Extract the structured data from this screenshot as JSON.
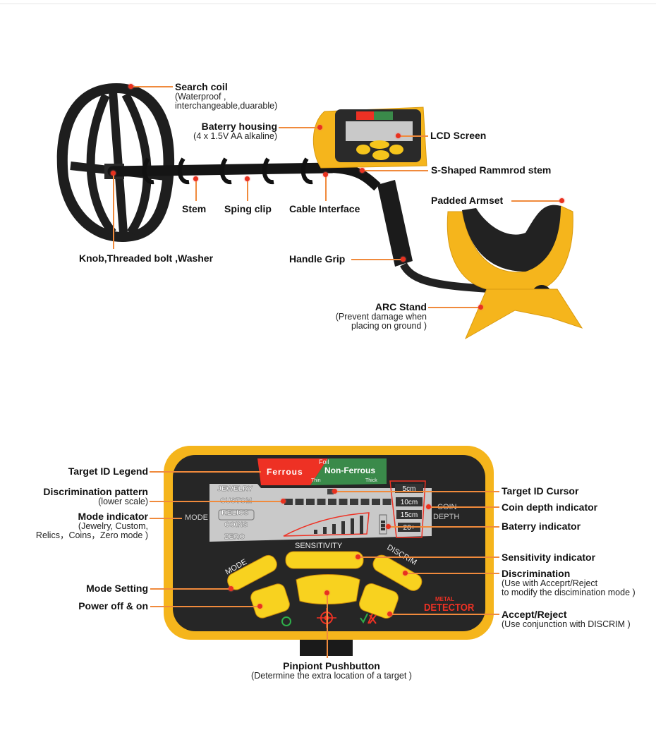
{
  "top": {
    "search_coil": {
      "title": "Search coil",
      "lines": [
        "(Waterproof ,",
        "interchangeable,duarable)"
      ]
    },
    "battery_housing": {
      "title": "Baterry housing",
      "lines": [
        "(4 x 1.5V AA alkaline)"
      ]
    },
    "lcd_screen": {
      "title": "LCD Screen"
    },
    "rammrod_stem": {
      "title": "S-Shaped Rammrod stem"
    },
    "stem": {
      "title": "Stem"
    },
    "spring_clip": {
      "title": "Sping clip"
    },
    "cable_interface": {
      "title": "Cable  Interface"
    },
    "padded_armset": {
      "title": "Padded Armset"
    },
    "knob": {
      "title": "Knob,Threaded bolt ,Washer"
    },
    "handle_grip": {
      "title": "Handle Grip"
    },
    "arc_stand": {
      "title": "ARC Stand",
      "lines": [
        "(Prevent damage when",
        "placing on ground )"
      ]
    }
  },
  "panel": {
    "legend": {
      "ferrous": "Ferrous",
      "foil": "Foil",
      "non_ferrous": "Non-Ferrous",
      "thin": "Thin",
      "thick": "Thick"
    },
    "modes": [
      "JEWELRY",
      "CUSTOM",
      "RELICS",
      "COINS",
      "ZERO"
    ],
    "selected_mode": "RELICS",
    "mode_label": "MODE",
    "depths": [
      "5cm",
      "10cm",
      "15cm",
      "20+"
    ],
    "coin_depth": [
      "COIN",
      "DEPTH"
    ],
    "sensitivity": "SENSITIVITY",
    "mode_button": "MODE",
    "discrim": "DISCRIM",
    "brand": [
      "METAL",
      "DETECTOR"
    ],
    "colors": {
      "ferrous": "#ee3124",
      "non_ferrous": "#3a8a4a",
      "yellow": "#f5c51c",
      "lcd": "#c9c9c9"
    }
  },
  "bottom": {
    "target_id_legend": {
      "title": "Target ID Legend"
    },
    "discrimination_pattern": {
      "title": "Discrimination pattern",
      "lines": [
        "(lower scale)"
      ]
    },
    "mode_indicator": {
      "title": "Mode indicator",
      "lines": [
        "(Jewelry, Custom,",
        "Relics，Coins，Zero mode )"
      ]
    },
    "target_id_cursor": {
      "title": "Target ID Cursor"
    },
    "coin_depth_indicator": {
      "title": "Coin depth indicator"
    },
    "battery_indicator": {
      "title": "Baterry indicator"
    },
    "sensitivity_indicator": {
      "title": "Sensitivity indicator"
    },
    "discrimination": {
      "title": "Discrimination",
      "lines": [
        "(Use with Acceprt/Reject",
        "to modify the discimination mode )"
      ]
    },
    "mode_setting": {
      "title": "Mode Setting"
    },
    "power": {
      "title": "Power off & on"
    },
    "accept_reject": {
      "title": "Accept/Reject",
      "lines": [
        "(Use conjunction with DISCRIM )"
      ]
    },
    "pinpoint": {
      "title": "Pinpiont Pushbutton",
      "lines": [
        "(Determine the extra location of a target  )"
      ]
    }
  }
}
